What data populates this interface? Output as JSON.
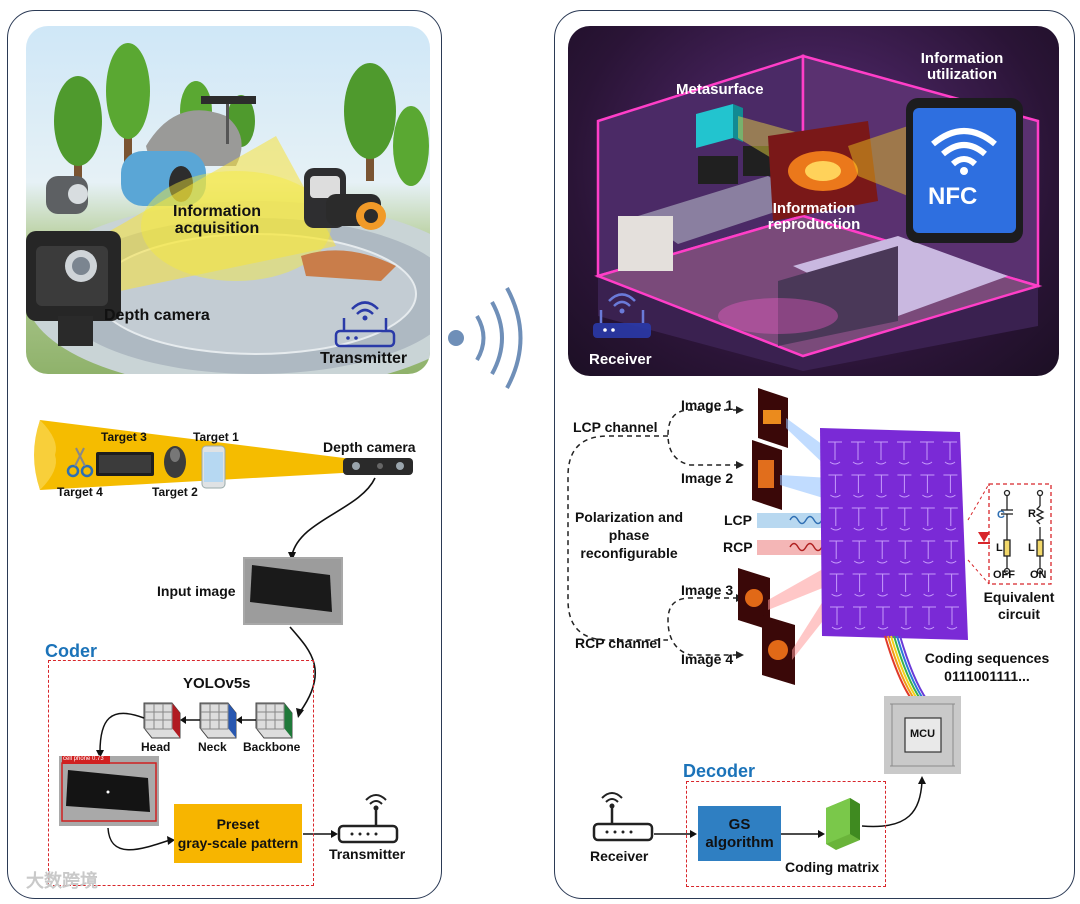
{
  "left": {
    "scene": {
      "info_acquisition": "Information\nacquisition",
      "depth_camera": "Depth camera",
      "transmitter": "Transmitter"
    },
    "targets": {
      "t1": "Target 1",
      "t2": "Target 2",
      "t3": "Target 3",
      "t4": "Target 4",
      "depth_camera": "Depth camera"
    },
    "input_image": "Input image",
    "coder": {
      "title": "Coder",
      "model": "YOLOv5s",
      "head": "Head",
      "neck": "Neck",
      "backbone": "Backbone",
      "detection_label": "cell phone 0.73",
      "preset": "Preset\ngray-scale pattern",
      "transmitter": "Transmitter"
    }
  },
  "right": {
    "scene": {
      "metasurface": "Metasurface",
      "info_utilization": "Information\nutilization",
      "info_reproduction": "Information\nreproduction",
      "nfc": "NFC",
      "receiver": "Receiver"
    },
    "lcp_channel": "LCP channel",
    "rcp_channel": "RCP channel",
    "image1": "Image 1",
    "image2": "Image 2",
    "image3": "Image 3",
    "image4": "Image 4",
    "polarization": "Polarization and\nphase\nreconfigurable",
    "lcp": "LCP",
    "rcp": "RCP",
    "equivalent_circuit": "Equivalent\ncircuit",
    "circuit": {
      "c": "C",
      "r": "R",
      "l1": "L",
      "l2": "L",
      "off": "OFF",
      "on": "ON"
    },
    "coding_sequences": "Coding sequences\n0111001111...",
    "mcu": "MCU",
    "decoder": {
      "title": "Decoder",
      "receiver": "Receiver",
      "gs": "GS\nalgorithm",
      "coding_matrix": "Coding matrix"
    }
  },
  "watermark": "大数跨境",
  "colors": {
    "accent_blue": "#1b73b9",
    "dash_red": "#d8262b",
    "beam_yellow": "#f2c400",
    "preset_box": "#f7b500",
    "gs_box": "#2f7fc2",
    "metasurface": "#7a2ad6",
    "wifi": "#6f8fb8"
  }
}
